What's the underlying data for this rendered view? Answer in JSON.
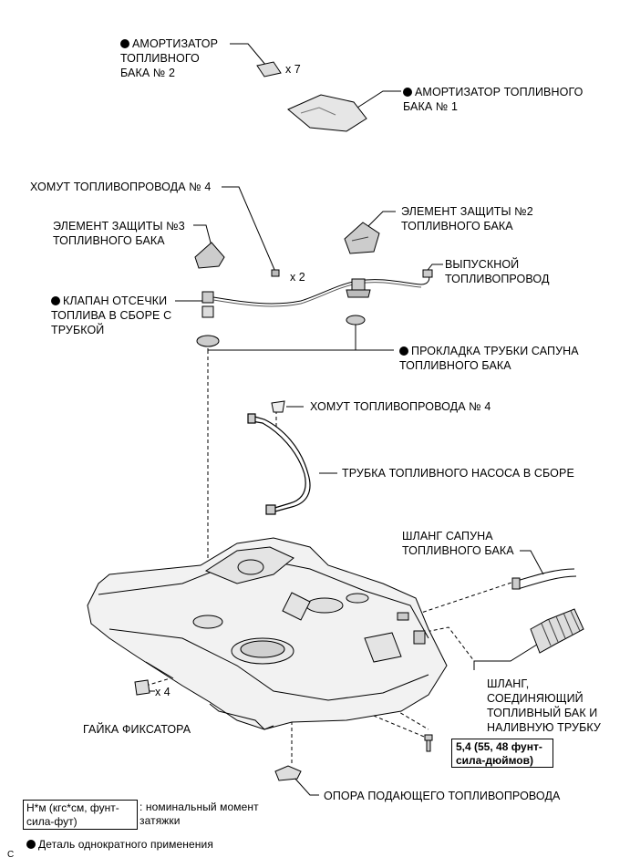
{
  "labels": {
    "absorber2": "АМОРТИЗАТОР\nТОПЛИВНОГО\nБАКА № 2",
    "absorber1": "АМОРТИЗАТОР ТОПЛИВНОГО\nБАКА № 1",
    "clamp4_top": "ХОМУТ ТОПЛИВОПРОВОДА № 4",
    "protector3": "ЭЛЕМЕНТ ЗАЩИТЫ №3\nТОПЛИВНОГО БАКА",
    "protector2": "ЭЛЕМЕНТ ЗАЩИТЫ №2\nТОПЛИВНОГО БАКА",
    "outlet_pipe": "ВЫПУСКНОЙ\nТОПЛИВОПРОВОД",
    "cutoff_valve": "КЛАПАН ОТСЕЧКИ\nТОПЛИВА В СБОРЕ С\nТРУБКОЙ",
    "breather_gasket": "ПРОКЛАДКА ТРУБКИ САПУНА\nТОПЛИВНОГО БАКА",
    "clamp4_mid": "ХОМУТ ТОПЛИВОПРОВОДА № 4",
    "pump_tube": "ТРУБКА ТОПЛИВНОГО НАСОСА В СБОРЕ",
    "breather_hose": "ШЛАНГ САПУНА\nТОПЛИВНОГО БАКА",
    "filler_hose": "ШЛАНГ,\nСОЕДИНЯЮЩИЙ\nТОПЛИВНЫЙ БАК И\nНАЛИВНУЮ ТРУБКУ",
    "retainer_nut": "ГАЙКА ФИКСАТОРА",
    "pipe_support": "ОПОРА ПОДАЮЩЕГО ТОПЛИВОПРОВОДА"
  },
  "counts": {
    "absorber2": "x 7",
    "clamp4": "x 2",
    "nut": "x 4"
  },
  "torque": "5,4 (55, 48 фунт-\nсила-дюймов)",
  "legend": {
    "unit_box": "Н*м (кгс*см, фунт-\nсила-фут)",
    "unit_desc": ": номинальный момент\nзатяжки",
    "single_use": "Деталь однократного применения",
    "code": "C"
  }
}
